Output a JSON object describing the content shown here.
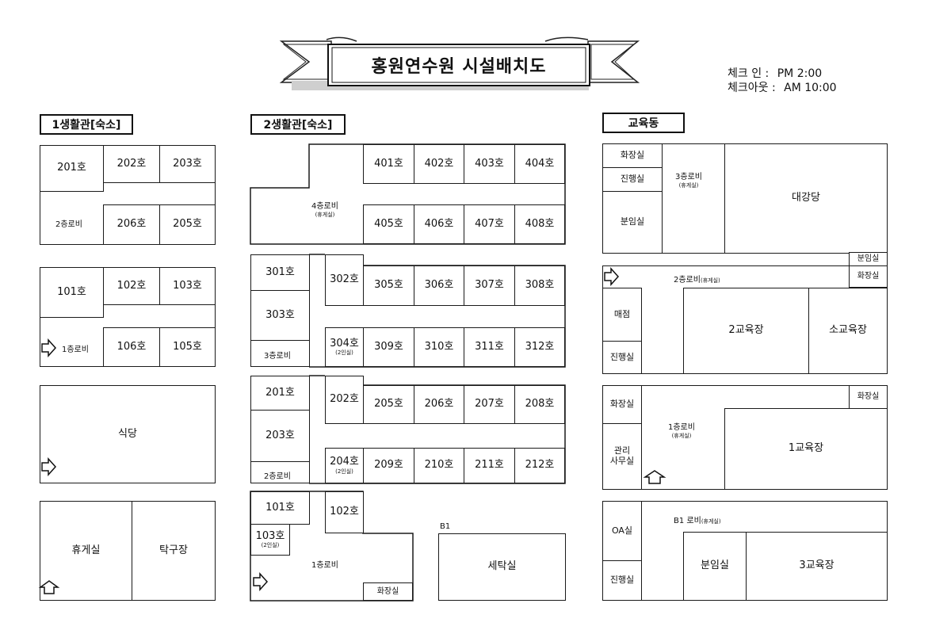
{
  "header": {
    "title": "홍원연수원 시설배치도",
    "checkin_label": "체크  인 :",
    "checkin_time": "PM   2:00",
    "checkout_label": "체크아웃 :",
    "checkout_time": "AM 10:00"
  },
  "building1": {
    "title": "1생활관[숙소]",
    "floor2": {
      "r201": "201호",
      "r202": "202호",
      "r203": "203호",
      "lobby": "2층로비",
      "r206": "206호",
      "r205": "205호"
    },
    "floor1": {
      "r101": "101호",
      "r102": "102호",
      "r103": "103호",
      "lobby": "1층로비",
      "r106": "106호",
      "r105": "105호"
    },
    "cafeteria": "식당",
    "lounge": "휴게실",
    "billiards": "탁구장"
  },
  "building2": {
    "title": "2생활관[숙소]",
    "floor4": {
      "lobby": "4층로비",
      "lobby_sub": "(휴게실)",
      "r401": "401호",
      "r402": "402호",
      "r403": "403호",
      "r404": "404호",
      "r405": "405호",
      "r406": "406호",
      "r407": "407호",
      "r408": "408호"
    },
    "floor3": {
      "r301": "301호",
      "r302": "302호",
      "r303": "303호",
      "r304": "304호",
      "r304_sub": "(2인실)",
      "lobby": "3층로비",
      "r305": "305호",
      "r306": "306호",
      "r307": "307호",
      "r308": "308호",
      "r309": "309호",
      "r310": "310호",
      "r311": "311호",
      "r312": "312호"
    },
    "floor2": {
      "r201": "201호",
      "r202": "202호",
      "r203": "203호",
      "r204": "204호",
      "r204_sub": "(2인실)",
      "lobby": "2층로비",
      "r205": "205호",
      "r206": "206호",
      "r207": "207호",
      "r208": "208호",
      "r209": "209호",
      "r210": "210호",
      "r211": "211호",
      "r212": "212호"
    },
    "floor1": {
      "r101": "101호",
      "r102": "102호",
      "r103": "103호",
      "r103_sub": "(2인실)",
      "lobby": "1층로비",
      "restroom": "화장실"
    },
    "b1": {
      "label": "B1",
      "laundry": "세탁실"
    }
  },
  "education": {
    "title": "교육동",
    "floor3": {
      "restroom": "화장실",
      "staff": "진행실",
      "sort_room": "분임실",
      "lobby": "3층로비",
      "lobby_sub": "(휴게실)",
      "auditorium": "대강당"
    },
    "floor2": {
      "sort_room": "분임실",
      "restroom": "화장실",
      "lobby": "2층로비",
      "lobby_sub": "(휴게실)",
      "store": "매점",
      "staff": "진행실",
      "hall2": "2교육장",
      "small_hall": "소교육장"
    },
    "floor1": {
      "restroom_l": "화장실",
      "restroom_r": "화장실",
      "lobby": "1층로비",
      "lobby_sub": "(휴게실)",
      "admin_line1": "관리",
      "admin_line2": "사무실",
      "hall1": "1교육장"
    },
    "b1": {
      "oa": "OA실",
      "lobby": "B1 로비",
      "lobby_sub": "(휴게실)",
      "staff": "진행실",
      "sort_room": "분임실",
      "hall3": "3교육장"
    }
  }
}
